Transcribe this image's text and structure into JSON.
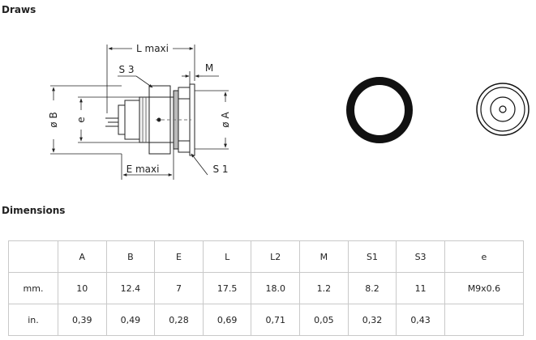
{
  "sections": {
    "draws_title": "Draws",
    "dimensions_title": "Dimensions"
  },
  "drawing": {
    "labels": {
      "l_maxi": "L maxi",
      "m": "M",
      "s3": "S 3",
      "phi_b": "ø B",
      "e_lower": "e",
      "phi_a": "ø A",
      "e_maxi": "E maxi",
      "s1": "S 1"
    }
  },
  "table": {
    "headers": [
      "A",
      "B",
      "E",
      "L",
      "L2",
      "M",
      "S1",
      "S3",
      "e"
    ],
    "rows": [
      {
        "label": "mm.",
        "values": [
          "10",
          "12.4",
          "7",
          "17.5",
          "18.0",
          "1.2",
          "8.2",
          "11",
          "M9x0.6"
        ]
      },
      {
        "label": "in.",
        "values": [
          "0,39",
          "0,49",
          "0,28",
          "0,69",
          "0,71",
          "0,05",
          "0,32",
          "0,43",
          ""
        ]
      }
    ]
  }
}
